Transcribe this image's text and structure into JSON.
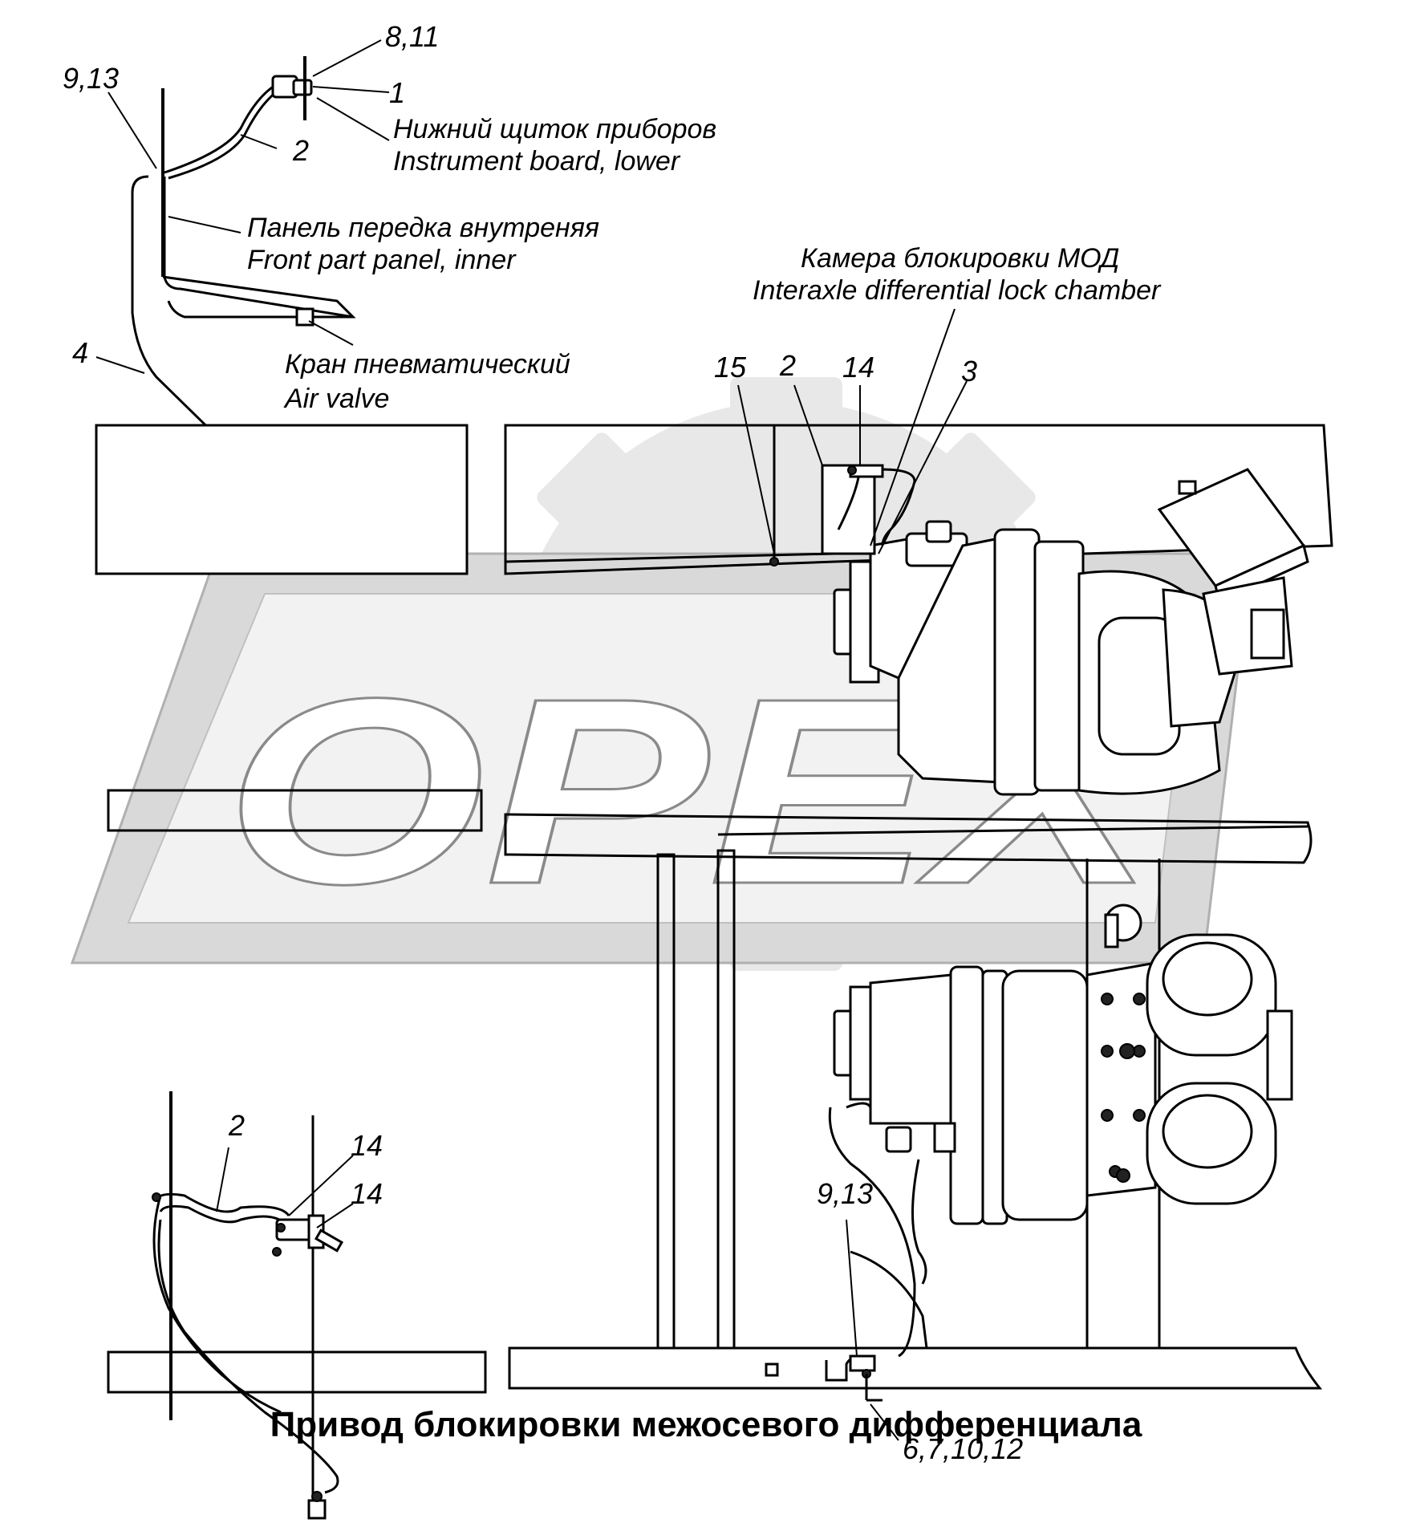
{
  "title": "Привод блокировки межосевого дифференциала",
  "watermark": "OPEX",
  "labels": {
    "n_8_11": "8,11",
    "n_9_13_top": "9,13",
    "n_1": "1",
    "n_2_top": "2",
    "instrument_ru": "Нижний щиток приборов",
    "instrument_en": "Instrument board, lower",
    "front_panel_ru": "Панель передка внутреняя",
    "front_panel_en": "Front part panel, inner",
    "camera_ru": "Камера блокировки МОД",
    "camera_en": "Interaxle differential lock chamber",
    "n_4": "4",
    "air_valve_ru": "Кран пневматический",
    "air_valve_en": "Air valve",
    "n_15": "15",
    "n_2_mid": "2",
    "n_14_mid": "14",
    "n_3": "3",
    "n_2_bottom": "2",
    "n_14_bottom_a": "14",
    "n_14_bottom_b": "14",
    "n_9_13_bottom": "9,13",
    "n_6_7_10_12": "6,7,10,12"
  },
  "colors": {
    "line": "#000000",
    "watermark_stroke": "#8a8a8a",
    "watermark_fill": "#e8e8e8"
  }
}
